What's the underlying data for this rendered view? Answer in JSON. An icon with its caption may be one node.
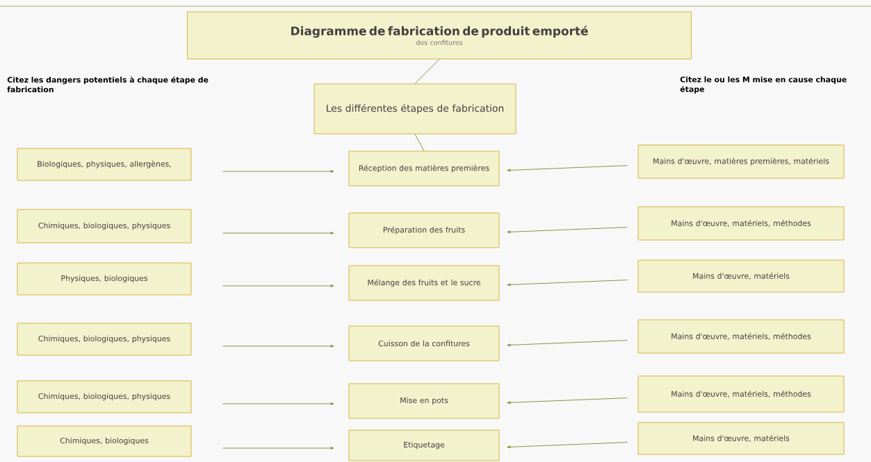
{
  "diagram": {
    "nodes": [
      {
        "text": [
          "Diagramme de fabrication de produit emporté",
          "des confitures"
        ]
      },
      {
        "text": [
          "Les différentes étapes de fabrication"
        ]
      },
      {
        "text": [
          "Biologiques, physiques, allergènes,"
        ]
      },
      {
        "text": [
          "Réception des matières premières"
        ]
      },
      {
        "text": [
          "Mains d'œuvre, matières premières, matériels"
        ]
      },
      {
        "text": [
          "Chimiques, biologiques, physiques"
        ]
      },
      {
        "text": [
          "Préparation des fruits"
        ]
      },
      {
        "text": [
          "Mains d'œuvre, matériels, méthodes"
        ]
      },
      {
        "text": [
          "Physiques, biologiques"
        ]
      },
      {
        "text": [
          "Mélange des fruits et le sucre"
        ]
      },
      {
        "text": [
          "Mains d'œuvre, matériels"
        ]
      },
      {
        "text": [
          "Chimiques, biologiques, physiques"
        ]
      },
      {
        "text": [
          "Cuisson de la confitures"
        ]
      },
      {
        "text": [
          "Mains d'œuvre, matériels, méthodes"
        ]
      },
      {
        "text": [
          "Chimiques, biologiques, physiques"
        ]
      },
      {
        "text": [
          "Mise en pots"
        ]
      },
      {
        "text": [
          "Mains d'œuvre, matériels, méthodes"
        ]
      },
      {
        "text": [
          "Chimiques, biologiques"
        ]
      },
      {
        "text": [
          "Etiquetage"
        ]
      },
      {
        "text": [
          "Mains d'œuvre, matériels"
        ]
      }
    ],
    "edges": [
      {
        "from": 0,
        "to": 1,
        "arrow": "none"
      },
      {
        "from": 1,
        "to": 3,
        "arrow": "none"
      },
      {
        "from": 2,
        "to": 3,
        "arrow": "to"
      },
      {
        "from": 4,
        "to": 3,
        "arrow": "to"
      },
      {
        "from": 5,
        "to": 6,
        "arrow": "to"
      },
      {
        "from": 7,
        "to": 6,
        "arrow": "to"
      },
      {
        "from": 8,
        "to": 9,
        "arrow": "to"
      },
      {
        "from": 10,
        "to": 9,
        "arrow": "to"
      },
      {
        "from": 11,
        "to": 12,
        "arrow": "to"
      },
      {
        "from": 13,
        "to": 12,
        "arrow": "to"
      },
      {
        "from": 14,
        "to": 15,
        "arrow": "to"
      },
      {
        "from": 16,
        "to": 15,
        "arrow": "to"
      },
      {
        "from": 17,
        "to": 18,
        "arrow": "to"
      },
      {
        "from": 19,
        "to": 18,
        "arrow": "to"
      }
    ],
    "labels": [
      "Citez les dangers potentiels à chaque étape de fabrication",
      "Citez le ou les M mise en cause chaque étape"
    ]
  }
}
